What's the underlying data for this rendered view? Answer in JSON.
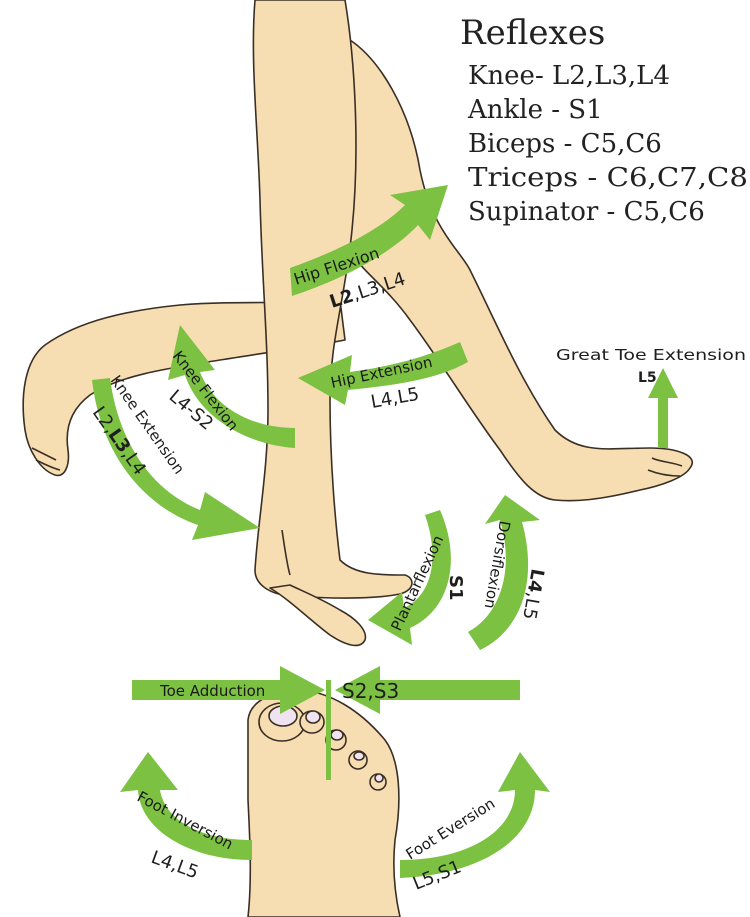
{
  "colors": {
    "skin": "#f7ddb2",
    "skin_outline": "#3a2f25",
    "arrow_green": "#7cc142",
    "text": "#222222",
    "nail": "#efe3f2"
  },
  "reflexes": {
    "title": "Reflexes",
    "items": [
      "Knee- L2,L3,L4",
      "Ankle - S1",
      "Biceps - C5,C6",
      "Triceps - C6,C7,C8",
      "Supinator - C5,C6"
    ]
  },
  "movements": {
    "hip_flexion": {
      "label": "Hip Flexion",
      "roots_bold": "L2",
      "roots_rest": ",L3,L4"
    },
    "hip_extension": {
      "label": "Hip Extension",
      "roots": "L4,L5"
    },
    "knee_flexion": {
      "label": "Knee Flexion",
      "roots": "L4-S2"
    },
    "knee_extension": {
      "label": "Knee Extension",
      "roots_pre": "L2,",
      "roots_bold": "L3",
      "roots_post": ",L4"
    },
    "great_toe_extension": {
      "label": "Great Toe Extension",
      "roots": "L5"
    },
    "plantarflexion": {
      "label": "Plantarflexion",
      "roots": "S1"
    },
    "dorsiflexion": {
      "label": "Dorsiflexion",
      "roots_bold": "L4",
      "roots_rest": ",L5"
    },
    "toe_adduction": {
      "label": "Toe Adduction",
      "roots": "S2,S3"
    },
    "foot_inversion": {
      "label": "Foot Inversion",
      "roots": "L4,L5"
    },
    "foot_eversion": {
      "label": "Foot Eversion",
      "roots": "L5,S1"
    }
  }
}
